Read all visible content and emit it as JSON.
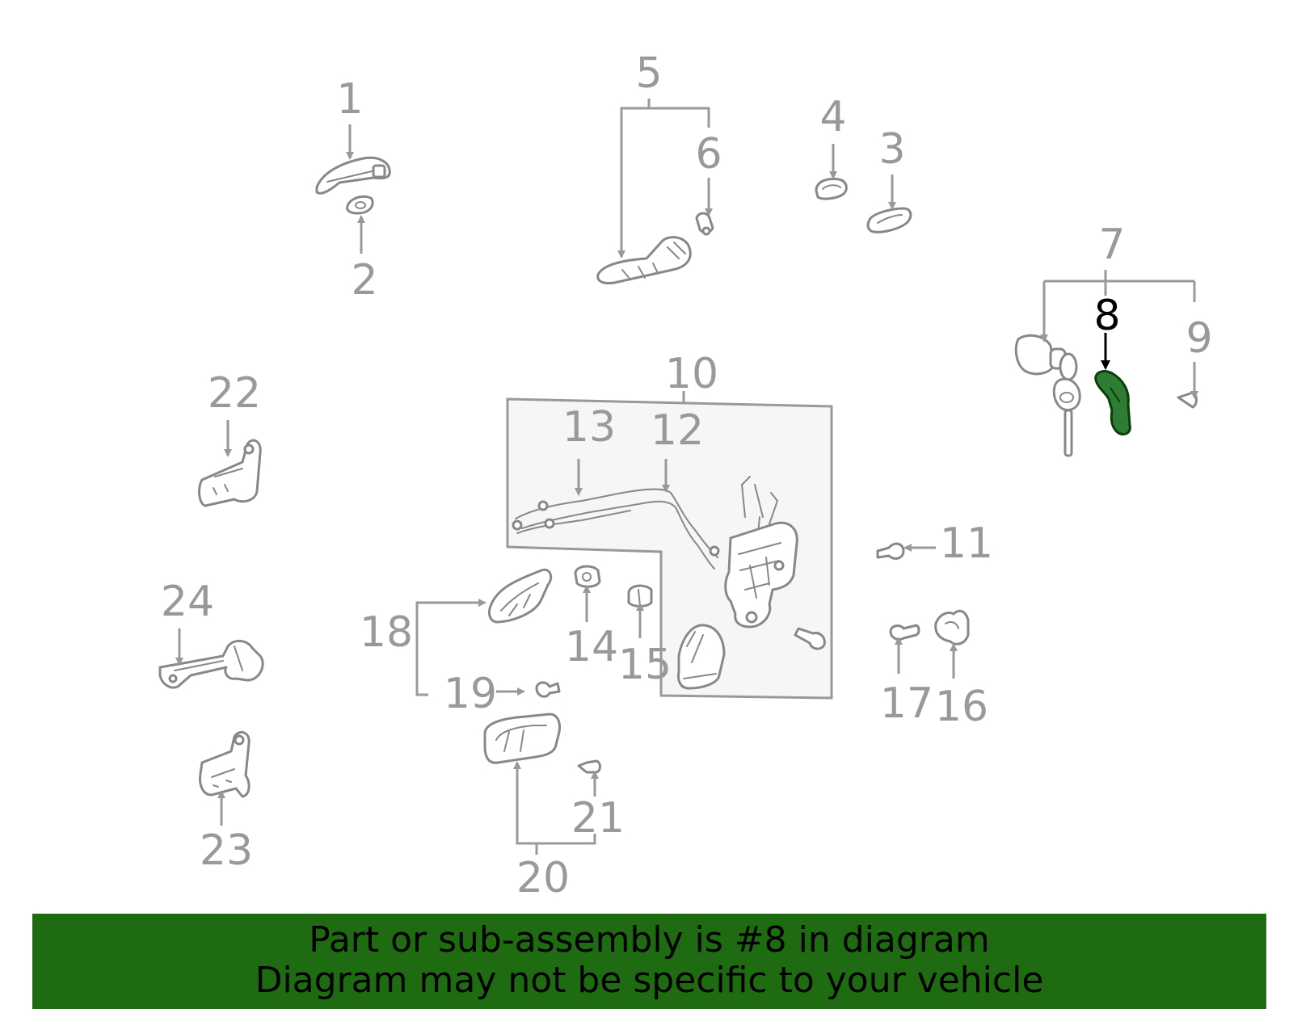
{
  "highlight_color": "#2e7d32",
  "banner_color": "#1e6b12",
  "callouts": {
    "c1": "1",
    "c2": "2",
    "c3": "3",
    "c4": "4",
    "c5": "5",
    "c6": "6",
    "c7": "7",
    "c8": "8",
    "c9": "9",
    "c10": "10",
    "c11": "11",
    "c12": "12",
    "c13": "13",
    "c14": "14",
    "c15": "15",
    "c16": "16",
    "c17": "17",
    "c18": "18",
    "c19": "19",
    "c20": "20",
    "c21": "21",
    "c22": "22",
    "c23": "23",
    "c24": "24"
  },
  "selected_callout": "8",
  "banner": {
    "line1": "Part or sub-assembly is #8 in diagram",
    "line2": "Diagram may not be specific to your vehicle"
  }
}
